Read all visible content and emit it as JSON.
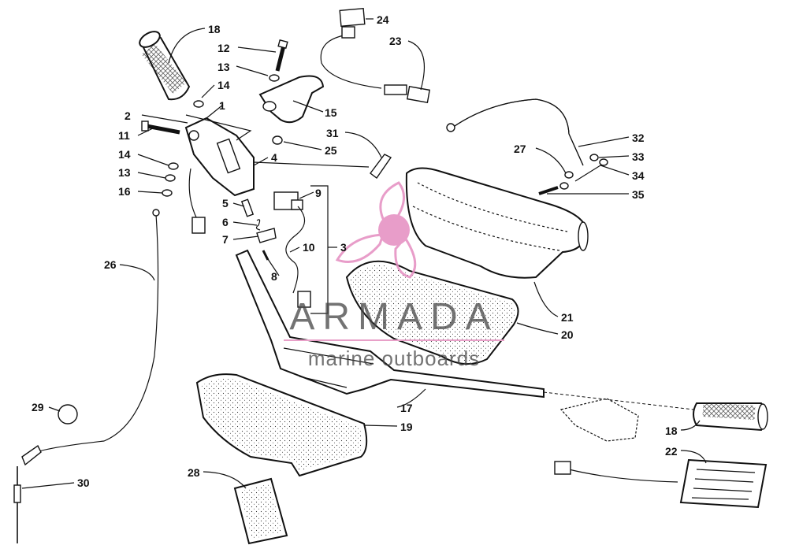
{
  "watermark": {
    "brand": "ARMADA",
    "tagline": "marine outboards",
    "logo_color": "#e48cc0",
    "line_color": "#e8a0c8"
  },
  "callouts": {
    "c1": "1",
    "c2": "2",
    "c3": "3",
    "c4": "4",
    "c5": "5",
    "c6": "6",
    "c7": "7",
    "c8": "8",
    "c9": "9",
    "c10": "10",
    "c11": "11",
    "c12": "12",
    "c13a": "13",
    "c13b": "13",
    "c14a": "14",
    "c14b": "14",
    "c15": "15",
    "c16": "16",
    "c17": "17",
    "c18a": "18",
    "c18b": "18",
    "c19": "19",
    "c20": "20",
    "c21": "21",
    "c22": "22",
    "c23": "23",
    "c24": "24",
    "c25": "25",
    "c26": "26",
    "c27": "27",
    "c28": "28",
    "c29": "29",
    "c30": "30",
    "c31": "31",
    "c32": "32",
    "c33": "33",
    "c34": "34",
    "c35": "35"
  }
}
